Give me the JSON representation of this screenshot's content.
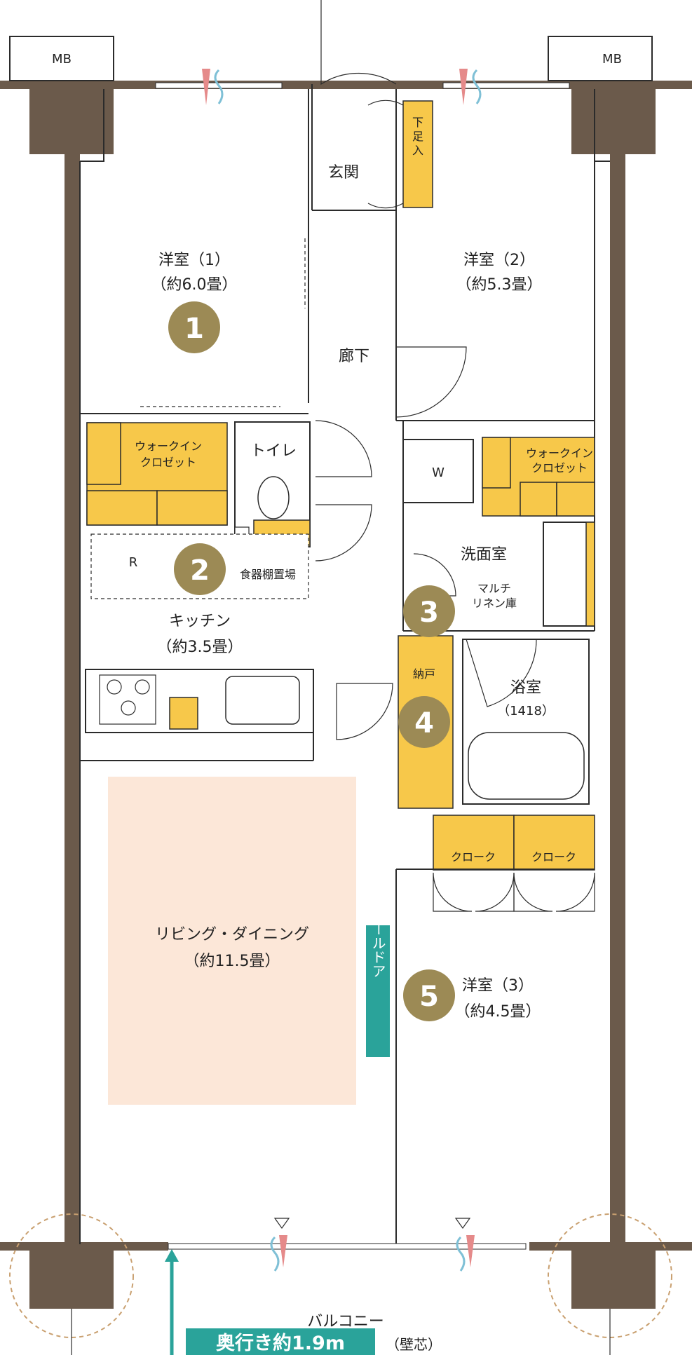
{
  "units": {
    "mb_left": "MB",
    "mb_right": "MB"
  },
  "rooms": {
    "genkan": "玄関",
    "shoes": "下足入",
    "youshitsu1_name": "洋室（1）",
    "youshitsu1_size": "（約6.0畳）",
    "youshitsu2_name": "洋室（2）",
    "youshitsu2_size": "（約5.3畳）",
    "rouka": "廊下",
    "wic1": [
      "ウォークイン",
      "クロゼット"
    ],
    "wic2": [
      "ウォークイン",
      "クロゼット"
    ],
    "toilet": "トイレ",
    "washitsu_w": "W",
    "senmen": "洗面室",
    "multi_linen": [
      "マルチ",
      "リネン庫"
    ],
    "fridge": "R",
    "shokki": "食器棚置場",
    "kitchen_name": "キッチン",
    "kitchen_size": "（約3.5畳）",
    "nando": "納戸",
    "yokushitsu": "浴室",
    "yokushitsu_size": "（1418）",
    "cloak1": "クローク",
    "cloak2": "クローク",
    "living_name": "リビング・ダイニング",
    "living_size": "（約11.5畳）",
    "wall_door": "ウォールドア",
    "youshitsu3_name": "洋室（3）",
    "youshitsu3_size": "（約4.5畳）",
    "balcony": "バルコニー"
  },
  "badges": [
    "1",
    "2",
    "3",
    "4",
    "5"
  ],
  "balcony_depth": {
    "label": "奥行き約1.9m",
    "note": "（壁芯）"
  },
  "colors": {
    "wall": "#6b5a4b",
    "storage": "#f7c84a",
    "living_floor": "#fce7d8",
    "badge": "#9c8a55",
    "accent_teal": "#2aa39a",
    "vent_pink": "#e58a8a",
    "vent_blue": "#7fc0d6"
  }
}
